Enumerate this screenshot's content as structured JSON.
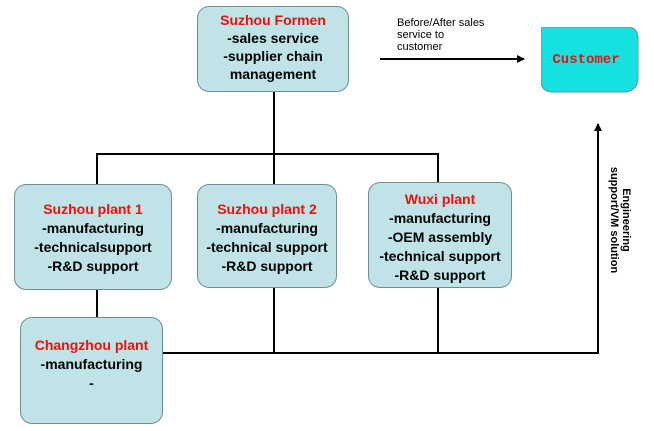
{
  "hq": {
    "title": "Suzhou Formen",
    "lines": [
      "-sales service",
      "-supplier chain",
      "management"
    ]
  },
  "plant1": {
    "title": "Suzhou plant 1",
    "lines": [
      "-manufacturing",
      "-technicalsupport",
      "-R&D support"
    ]
  },
  "plant2": {
    "title": "Suzhou plant 2",
    "lines": [
      "-manufacturing",
      "-technical support",
      "-R&D support"
    ]
  },
  "wuxi": {
    "title": "Wuxi plant",
    "lines": [
      "-manufacturing",
      "-OEM assembly",
      "-technical support",
      "-R&D support"
    ]
  },
  "changzhou": {
    "title": "Changzhou plant",
    "lines": [
      "-manufacturing",
      "-"
    ]
  },
  "customer": {
    "label": "Customer"
  },
  "captions": {
    "sales_line1": "Before/After sales",
    "sales_line2": "service to",
    "sales_line3": "customer",
    "engineering_line1": "Engineering",
    "engineering_line2": "support/VM solution"
  },
  "colors": {
    "box_fill": "#bfe3e6",
    "box_border": "#6d8f92",
    "title_red": "#e8120d",
    "customer_fill": "#17e0e0",
    "connector": "#000000"
  }
}
